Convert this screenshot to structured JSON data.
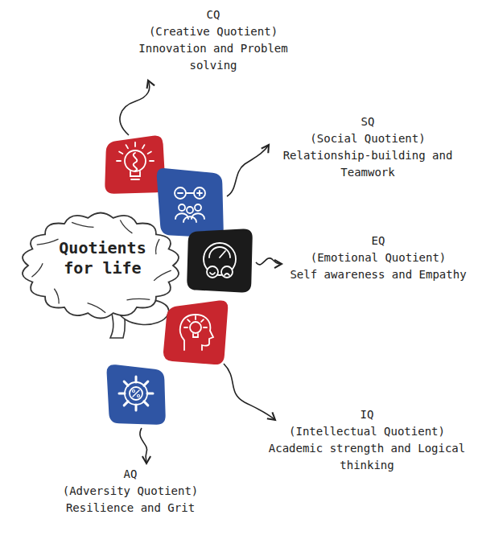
{
  "diagram": {
    "nodes": [
      {
        "text": [
          "Quotients for life"
        ]
      },
      {
        "text": [
          "CQ",
          "(Creative Quotient)",
          "Innovation and Problem solving"
        ]
      },
      {
        "text": [
          "SQ",
          "(Social Quotient)",
          "Relationship-building and Teamwork"
        ]
      },
      {
        "text": [
          "EQ",
          "(Emotional Quotient)",
          "Self awareness and Empathy"
        ]
      },
      {
        "text": [
          "IQ",
          "(Intellectual Quotient)",
          "Academic strength and Logical thinking"
        ]
      },
      {
        "text": [
          "AQ",
          "(Adversity Quotient)",
          "Resilience and Grit"
        ]
      }
    ]
  }
}
